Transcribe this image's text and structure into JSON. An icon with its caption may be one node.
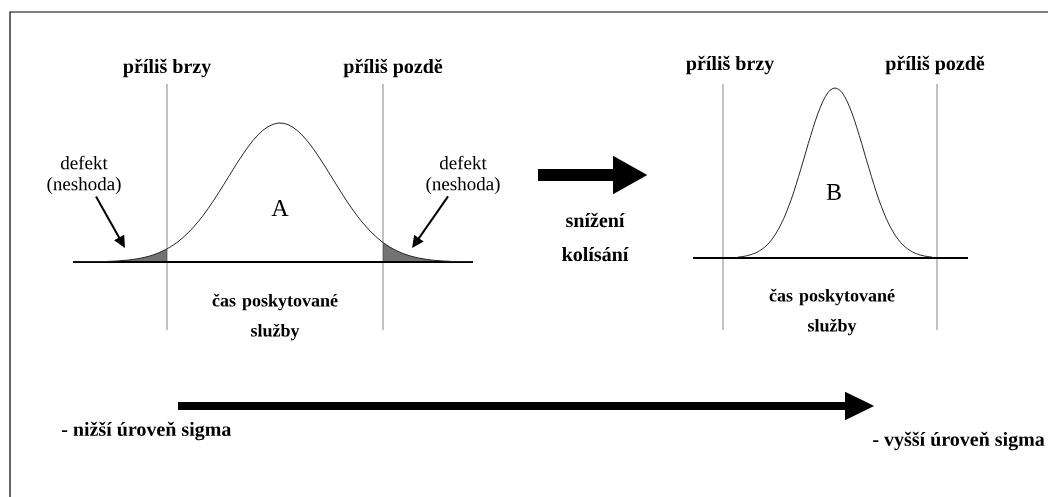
{
  "diagram": {
    "nodes": [
      {
        "text": [
          "defekt (neshoda)"
        ]
      },
      {
        "text": [
          "A"
        ]
      },
      {
        "text": [
          "defekt (neshoda)"
        ]
      },
      {
        "text": [
          "B"
        ]
      }
    ],
    "edges": [
      {
        "from": 0,
        "to": null,
        "arrow": "to"
      },
      {
        "from": 2,
        "to": null,
        "arrow": "to"
      }
    ],
    "labels": [
      "příliš brzy",
      "příliš pozdě",
      "příliš brzy",
      "příliš pozdě",
      "snížení kolísání",
      "čas poskytované služby",
      "čas poskytované služby",
      "- nižší úroveň sigma",
      "- vyšší úroveň sigma"
    ]
  }
}
